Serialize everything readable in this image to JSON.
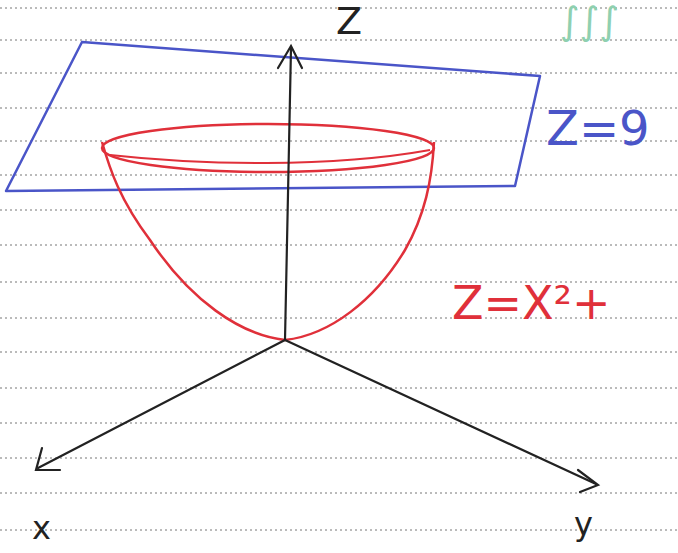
{
  "diagram": {
    "labels": [
      "Z",
      "Z=9",
      "Z=X²+",
      "x",
      "y",
      "∫∫∫"
    ]
  }
}
